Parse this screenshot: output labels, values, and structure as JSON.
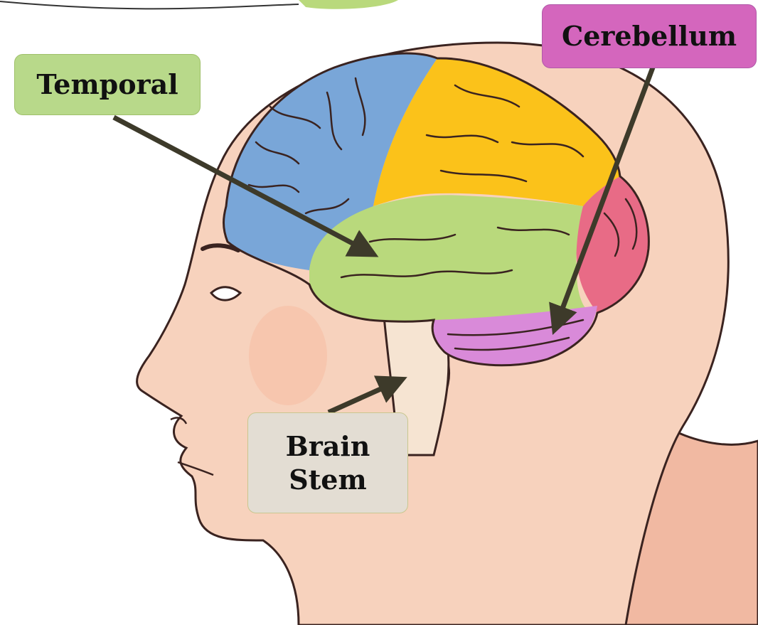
{
  "labels": {
    "temporal": "Temporal",
    "cerebellum": "Cerebellum",
    "brain_stem_line1": "Brain",
    "brain_stem_line2": "Stem"
  },
  "colors": {
    "skin": "#f7d2bd",
    "skin_shadow": "#f1b9a2",
    "outline": "#3a2320",
    "frontal_lobe": "#79a6d8",
    "parietal_lobe": "#fbc21a",
    "occipital_lobe": "#e86b86",
    "temporal_lobe": "#b9d97c",
    "cerebellum": "#d98ad9",
    "brain_stem": "#f6e4d2",
    "arrow": "#3d3a2a",
    "temporal_label_bg": "#b8d98a",
    "cerebellum_label_bg": "#d466bd",
    "brain_stem_label_bg": "#e3ddd3"
  }
}
